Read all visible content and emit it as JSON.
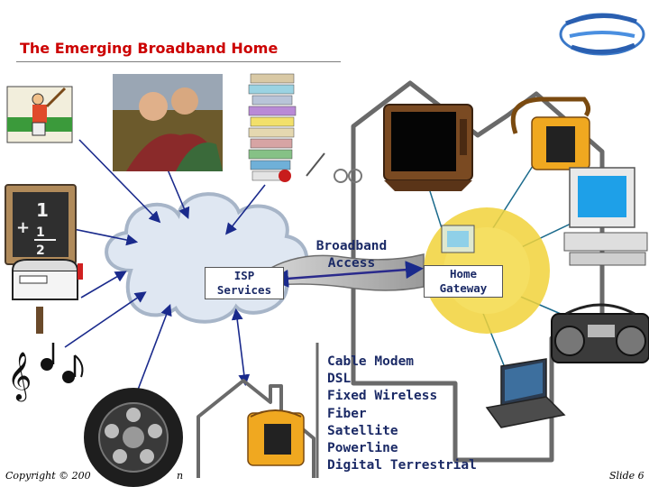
{
  "slide": {
    "title": "The Emerging Broadband Home",
    "copyright": "Copyright © 200",
    "copyright_tail": "n",
    "slide_number": "Slide 6"
  },
  "diagram": {
    "isp_label_line1": "ISP",
    "isp_label_line2": "Services",
    "access_line1": "Broadband",
    "access_line2": "Access",
    "gateway_line1": "Home",
    "gateway_line2": "Gateway",
    "access_technologies": [
      "Cable Modem",
      "DSL",
      "Fixed Wireless",
      "Fiber",
      "Satellite",
      "Powerline",
      "Digital Terrestrial"
    ]
  },
  "icons": [
    "baseball-player-icon",
    "painting-icon",
    "books-icon",
    "chalkboard-math-icon",
    "mailbox-icon",
    "music-notes-icon",
    "film-reel-icon",
    "house-phone-icon",
    "tv-icon",
    "house-phone-icon",
    "computer-icon",
    "stereo-icon",
    "laptop-icon",
    "logo-icon"
  ],
  "colors": {
    "title": "#cc0000",
    "text": "#1b2a66",
    "arrow": "#1a2a8c",
    "house": "#6a6a6a",
    "cloud": "#dfe7f2"
  }
}
